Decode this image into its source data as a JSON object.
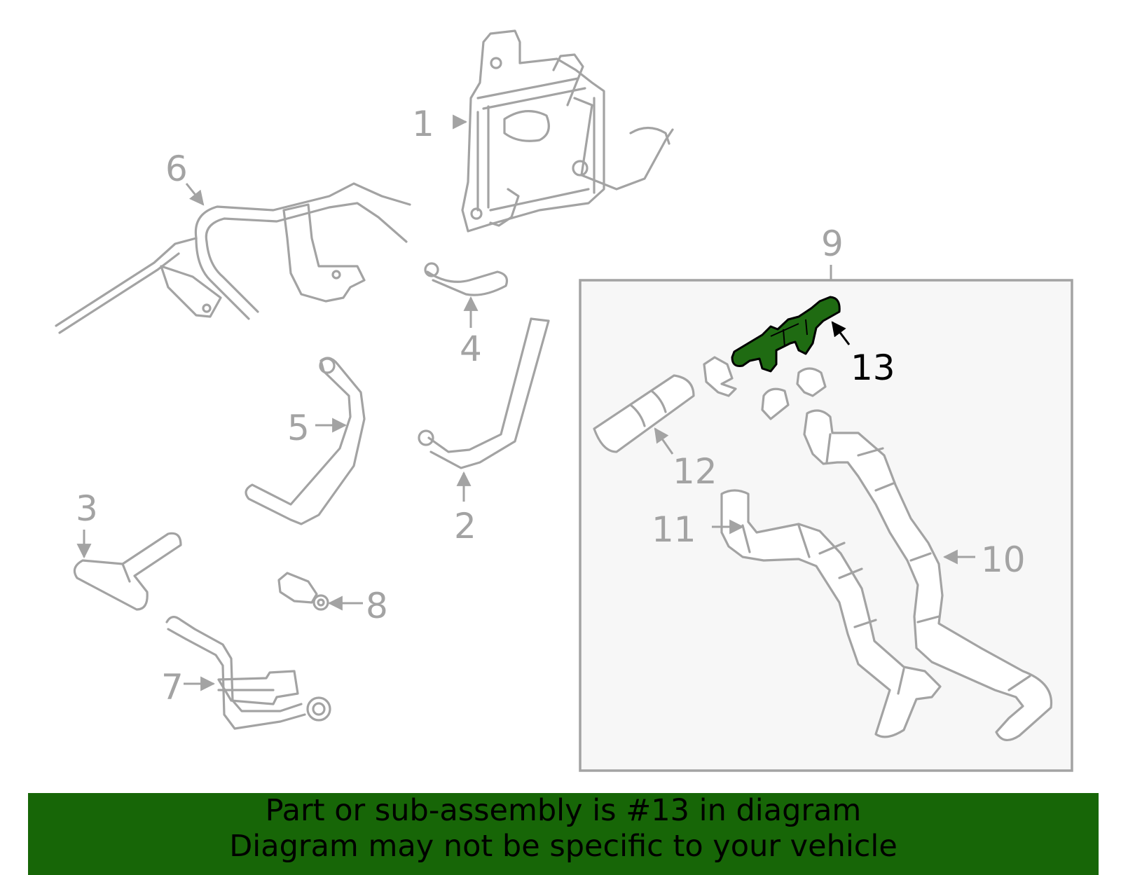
{
  "callouts": {
    "c1": "1",
    "c2": "2",
    "c3": "3",
    "c4": "4",
    "c5": "5",
    "c6": "6",
    "c7": "7",
    "c8": "8",
    "c9": "9",
    "c10": "10",
    "c11": "11",
    "c12": "12",
    "c13": "13"
  },
  "highlight": {
    "part_number": "13",
    "color": "#1f6b12",
    "outline": "#000000"
  },
  "colors": {
    "line": "#a3a3a3",
    "box_fill": "#f7f7f7",
    "banner_bg": "#176607"
  },
  "banner": {
    "line1": "Part or sub-assembly is #13 in diagram",
    "line2": "Diagram may not be specific to your vehicle"
  }
}
